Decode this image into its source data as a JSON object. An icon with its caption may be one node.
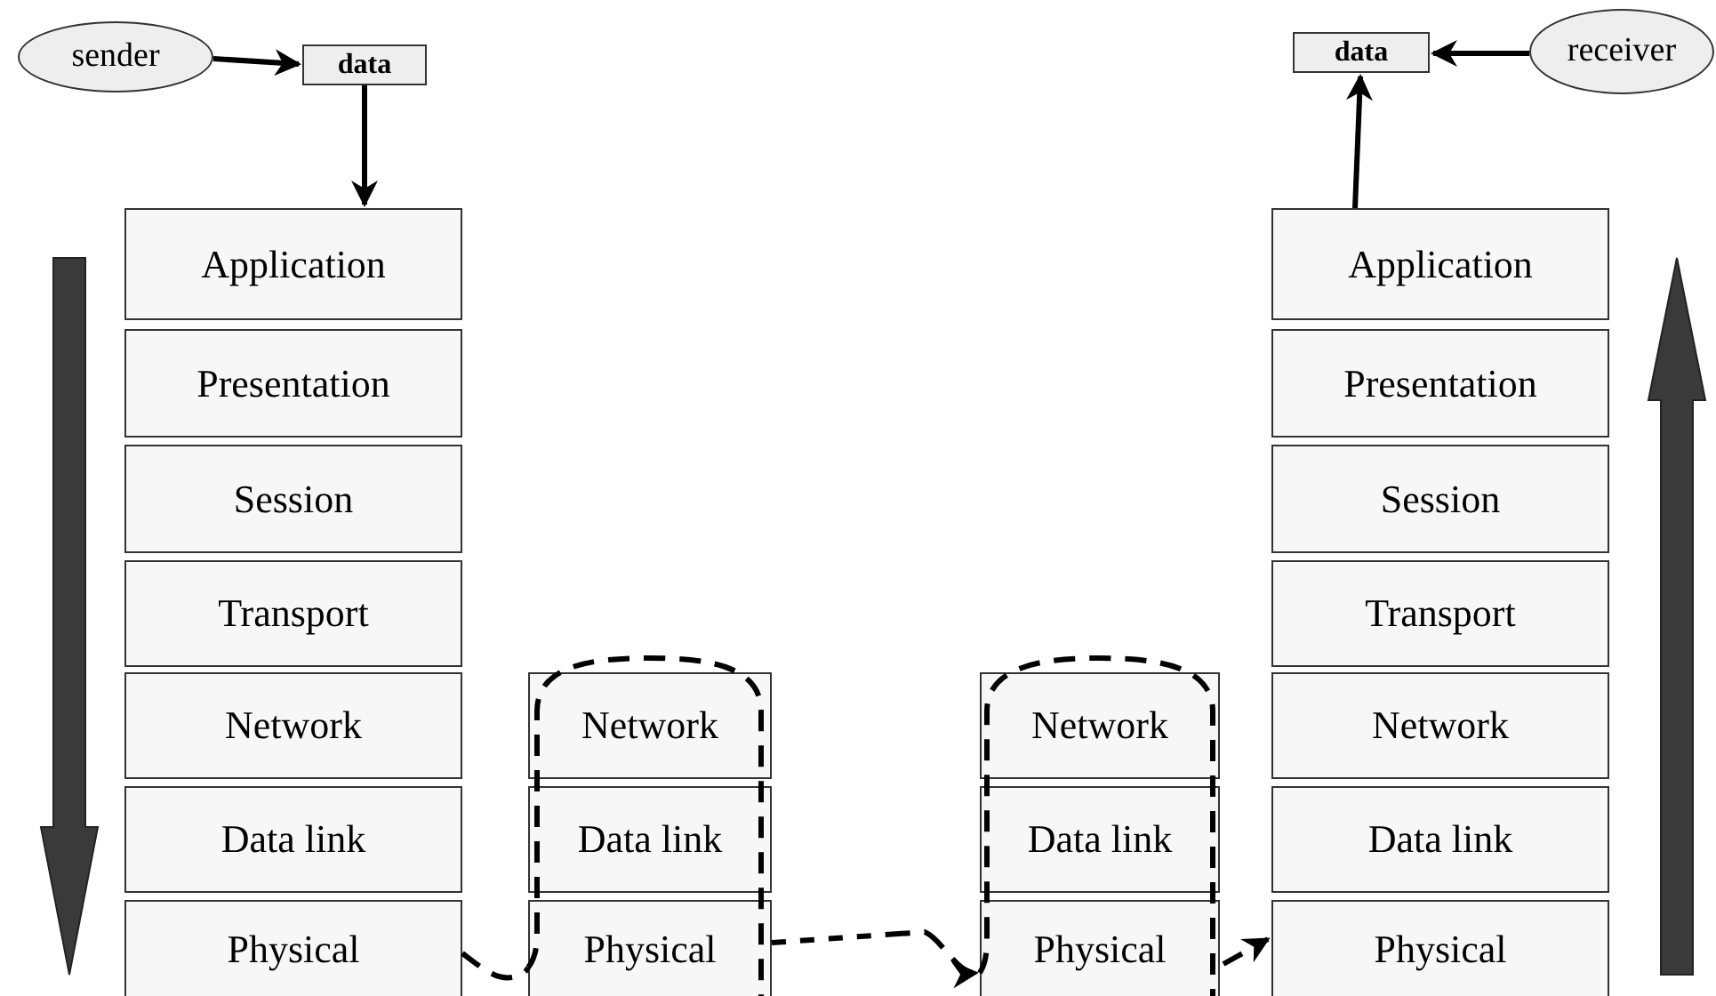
{
  "diagram": {
    "nodes": [
      {
        "text": [
          "sender"
        ]
      },
      {
        "text": [
          "data"
        ]
      },
      {
        "text": [
          "Application"
        ]
      },
      {
        "text": [
          "Presentation"
        ]
      },
      {
        "text": [
          "Session"
        ]
      },
      {
        "text": [
          "Transport"
        ]
      },
      {
        "text": [
          "Network"
        ]
      },
      {
        "text": [
          "Data link"
        ]
      },
      {
        "text": [
          "Physical"
        ]
      },
      {
        "text": [
          "Network"
        ]
      },
      {
        "text": [
          "Data link"
        ]
      },
      {
        "text": [
          "Physical"
        ]
      },
      {
        "text": [
          "Network"
        ]
      },
      {
        "text": [
          "Data link"
        ]
      },
      {
        "text": [
          "Physical"
        ]
      },
      {
        "text": [
          "Application"
        ]
      },
      {
        "text": [
          "Presentation"
        ]
      },
      {
        "text": [
          "Session"
        ]
      },
      {
        "text": [
          "Transport"
        ]
      },
      {
        "text": [
          "Network"
        ]
      },
      {
        "text": [
          "Data link"
        ]
      },
      {
        "text": [
          "Physical"
        ]
      },
      {
        "text": [
          "data"
        ]
      },
      {
        "text": [
          "receiver"
        ]
      }
    ],
    "edges": [
      {
        "from": 0,
        "to": 1,
        "arrow": "to"
      },
      {
        "from": 1,
        "to": 2,
        "arrow": "to"
      },
      {
        "from": 8,
        "to": 11,
        "arrow": "none",
        "style": "dashed"
      },
      {
        "from": 11,
        "to": 14,
        "arrow": "to",
        "style": "dashed"
      },
      {
        "from": 14,
        "to": 21,
        "arrow": "to",
        "style": "dashed"
      },
      {
        "from": 15,
        "to": 22,
        "arrow": "to"
      },
      {
        "from": 23,
        "to": 22,
        "arrow": "to"
      }
    ]
  }
}
